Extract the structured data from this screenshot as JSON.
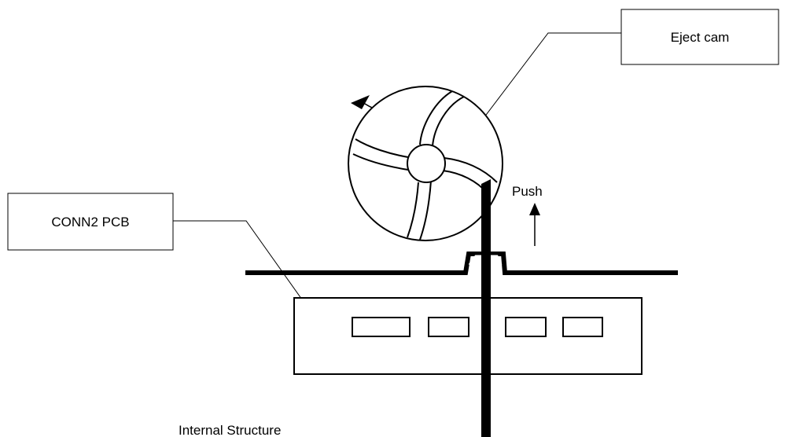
{
  "callouts": {
    "eject_cam": "Eject cam",
    "conn2_pcb": "CONN2 PCB"
  },
  "push_label": "Push",
  "caption": "Internal Structure",
  "colors": {
    "line": "#000000",
    "background": "#ffffff"
  }
}
